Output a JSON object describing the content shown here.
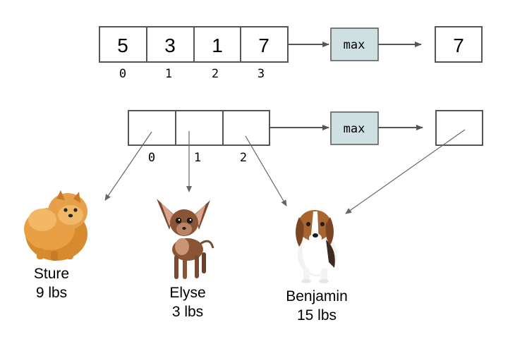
{
  "top_row": {
    "array_values": [
      "5",
      "3",
      "1",
      "7"
    ],
    "indices": [
      "0",
      "1",
      "2",
      "3"
    ],
    "function_label": "max",
    "result": "7"
  },
  "bottom_row": {
    "indices": [
      "0",
      "1",
      "2"
    ],
    "function_label": "max",
    "result": ""
  },
  "dogs": [
    {
      "name": "Sture",
      "weight": "9 lbs",
      "breed_icon": "pomeranian-image"
    },
    {
      "name": "Elyse",
      "weight": "3 lbs",
      "breed_icon": "chihuahua-image"
    },
    {
      "name": "Benjamin",
      "weight": "15 lbs",
      "breed_icon": "beagle-image"
    }
  ],
  "colors": {
    "function_box": "#cfe0e3",
    "stroke": "#555555"
  }
}
